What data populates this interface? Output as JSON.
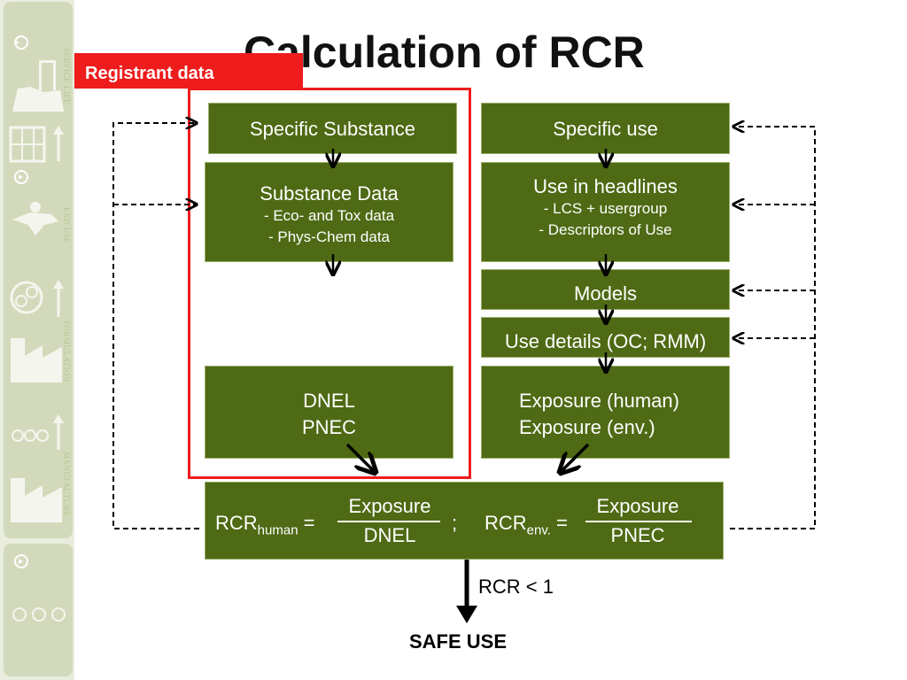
{
  "title": "Calculation of RCR",
  "registrant_label": "Registrant data",
  "sidebar": {
    "labels": [
      "SERVICE LIFE",
      "END USE",
      "FORMULATION",
      "MANUFACTURE"
    ]
  },
  "left_boxes": {
    "specific_substance": "Specific Substance",
    "substance_data": {
      "title": "Substance Data",
      "items": [
        "- Eco- and Tox data",
        "- Phys-Chem data"
      ]
    },
    "dnel": "DNEL",
    "pnec": "PNEC"
  },
  "right_boxes": {
    "specific_use": "Specific use",
    "use_in_headlines": {
      "title": "Use in headlines",
      "items": [
        "- LCS + usergroup",
        "- Descriptors of Use"
      ]
    },
    "models": "Models",
    "use_details": "Use details (OC; RMM)",
    "exposure_human": "Exposure (human)",
    "exposure_env": "Exposure (env.)"
  },
  "formula": {
    "rcr": "RCR",
    "human_sub": "human",
    "env_sub": "env.",
    "equals": "=",
    "separator": ";",
    "numerator": "Exposure",
    "denominator_human": "DNEL",
    "denominator_env": "PNEC"
  },
  "condition": "RCR < 1",
  "result": "SAFE USE",
  "colors": {
    "box_fill": "#4e6a14",
    "accent_red": "#ee1c1c"
  }
}
